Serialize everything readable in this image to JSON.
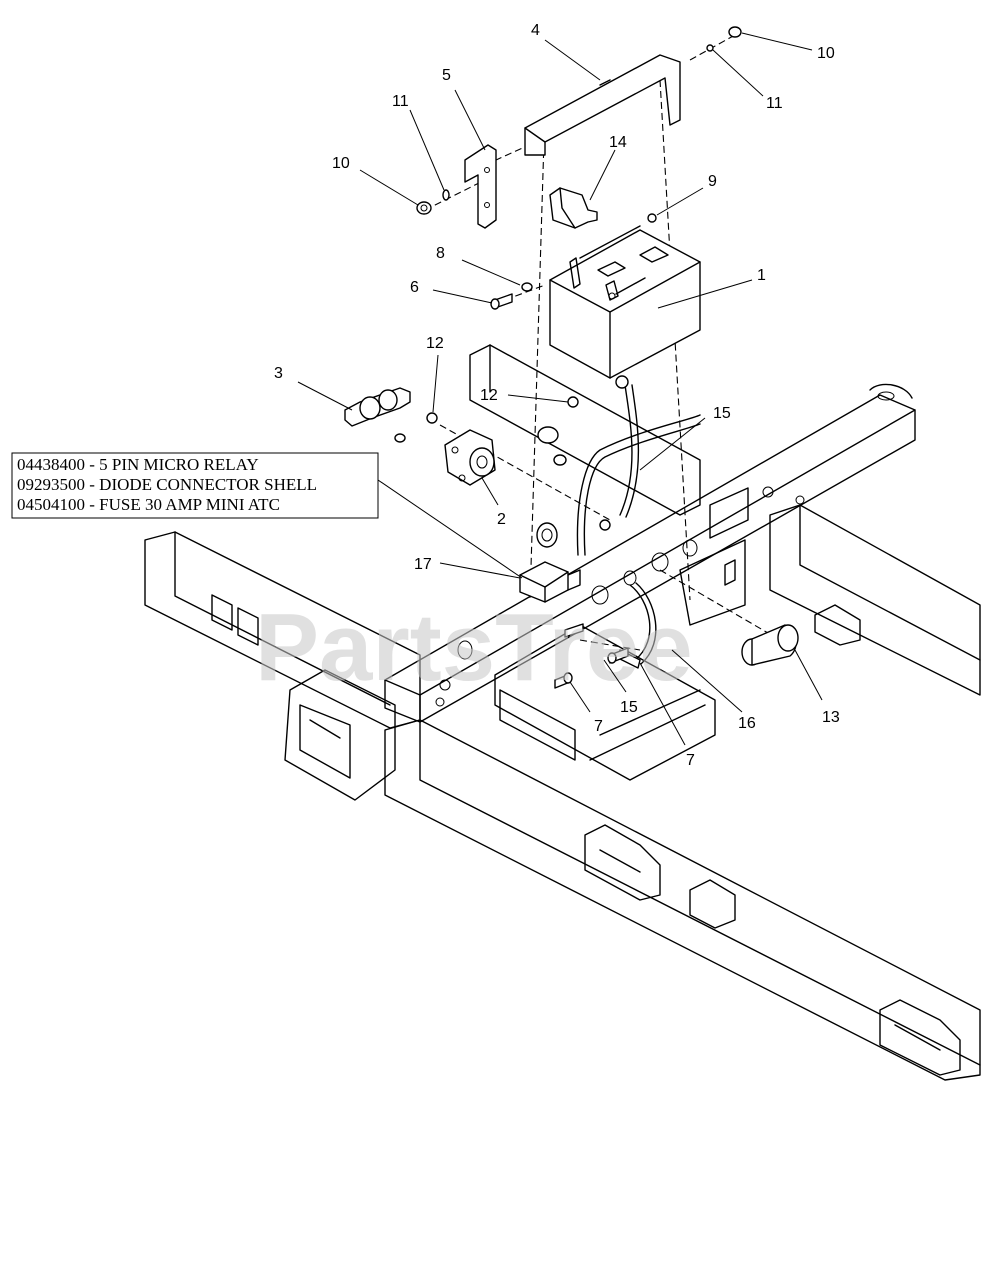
{
  "watermark": "PartsTree",
  "note_box": {
    "lines": [
      "04438400 - 5 PIN MICRO RELAY",
      "09293500 - DIODE CONNECTOR SHELL",
      "04504100 - FUSE 30 AMP MINI ATC"
    ]
  },
  "callouts": {
    "c1": "1",
    "c2": "2",
    "c3": "3",
    "c4": "4",
    "c5": "5",
    "c6": "6",
    "c7a": "7",
    "c7b": "7",
    "c8": "8",
    "c9": "9",
    "c10a": "10",
    "c10b": "10",
    "c11a": "11",
    "c11b": "11",
    "c12a": "12",
    "c12b": "12",
    "c13": "13",
    "c14": "14",
    "c15a": "15",
    "c15b": "15",
    "c16": "16",
    "c17": "17"
  }
}
